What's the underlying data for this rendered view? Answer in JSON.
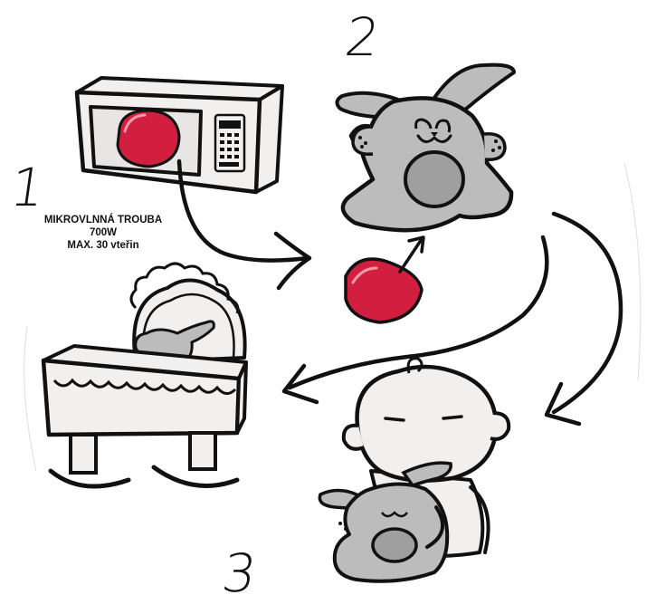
{
  "steps": [
    {
      "number": "1"
    },
    {
      "number": "2"
    },
    {
      "number": "3"
    }
  ],
  "instructions": {
    "line1": "MIKROVLNNÁ TROUBA",
    "line2": "700W",
    "line3": "MAX. 30 vteřin"
  },
  "colors": {
    "outline": "#111111",
    "plush_gray": "#bcbcbc",
    "heat_pack_red": "#d31f3f",
    "paper": "#f2f0ee",
    "background": "#ffffff"
  }
}
